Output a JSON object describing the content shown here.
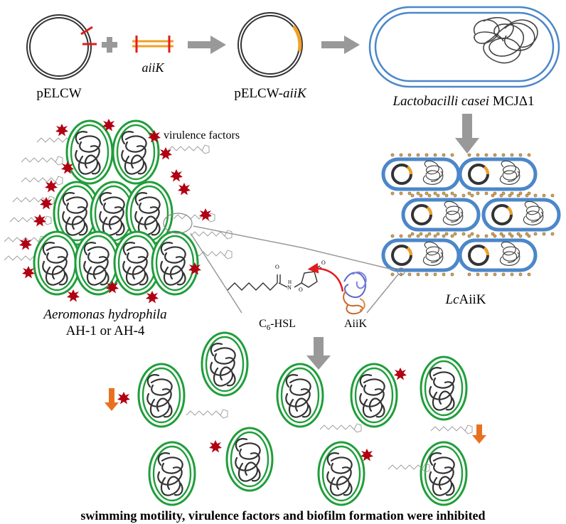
{
  "labels": {
    "plasmid": "pELCW",
    "gene": "aiiK",
    "recombinant_prefix": "pELCW-",
    "recombinant_gene": "aiiK",
    "host_species": "Lactobacilli casei",
    "host_strain": "MCJΔ1",
    "virulence": "virulence factors",
    "engineered_prefix": "Lc",
    "engineered_suffix": "AiiK",
    "pathogen_species": "Aeromonas hydrophila",
    "pathogen_strains": "AH-1 or AH-4",
    "signal_prefix": "C",
    "signal_sub": "6",
    "signal_suffix": "-HSL",
    "enzyme": "AiiK",
    "amide_o": "O",
    "amide_nh": "H",
    "amide_n": "N",
    "ring_o": "O",
    "ring_o2": "O",
    "conclusion": "swimming motility, virulence factors and biofilm formation were inhibited"
  },
  "colors": {
    "membrane": "#1f9e3a",
    "lacto": "#4b87c9",
    "insert": "#f0a024",
    "red": "#e31b1b",
    "star": "#b00012",
    "arrow": "#999999",
    "down": "#e8711f",
    "dna": "#333333"
  }
}
